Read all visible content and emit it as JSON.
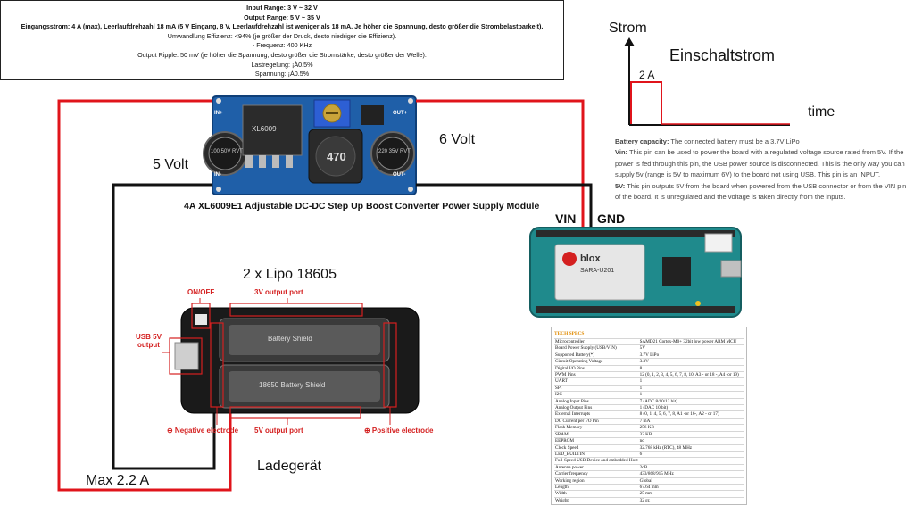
{
  "spec_box": {
    "lines": [
      "Input Range: 3 V ~ 32 V",
      "Output Range: 5 V ~ 35 V",
      "Eingangsstrom: 4 A (max), Leerlaufdrehzahl 18 mA (5 V Eingang, 8 V, Leerlaufdrehzahl ist weniger als 18 mA. Je höher die Spannung, desto größer die Strombelastbarkeit).",
      "Umwandlung Effizienz: <94% (je größer der Druck, desto niedriger die Effizienz).",
      "- Frequenz: 400 KHz",
      "Output Ripple: 50 mV (je höher die Spannung, desto größer die Stromstärke, desto größer der Welle).",
      "Lastregelung: ¡À0.5%",
      "Spannung: ¡À0.5%"
    ]
  },
  "current_graph": {
    "y_label": "Strom",
    "x_label": "time",
    "title": "Einschaltstrom",
    "peak_label": "2 A"
  },
  "converter": {
    "caption": "4A XL6009E1 Adjustable DC-DC Step Up Boost Converter Power Supply Module",
    "pin_in_plus": "IN+",
    "pin_in_minus": "IN-",
    "pin_out_plus": "OUT+",
    "pin_out_minus": "OUT-",
    "chip_text": "XL6009",
    "cap_left": "100 50V RVT",
    "cap_right": "220 35V RVT",
    "inductor": "470"
  },
  "wire_labels": {
    "input_voltage": "5 Volt",
    "output_voltage": "6 Volt",
    "max_current": "Max 2.2 A"
  },
  "mkr": {
    "vin_label": "VIN",
    "gnd_label": "GND",
    "module_brand": "blox",
    "module_model": "SARA-U201"
  },
  "battery": {
    "title": "2 x Lipo 18605",
    "on_off": "ON/OFF",
    "v3_port": "3V output port",
    "usb_label_1": "USB 5V",
    "usb_label_2": "output",
    "neg_electrode": "⊖ Negative electrode",
    "v5_port": "5V output port",
    "pos_electrode": "⊕ Positive electrode",
    "cell_text_top": "Battery Shield",
    "cell_text_bottom": "18650 Battery Shield",
    "charger_label": "Ladegerät"
  },
  "info_text": [
    {
      "bold": "Battery capacity:",
      "text": " The connected battery must be a 3.7V LiPo"
    },
    {
      "bold": "Vin:",
      "text": " This pin can be used to power the board with a regulated voltage source rated from 5V. If the power is fed through this pin, the USB power source is disconnected. This is the only way you can supply 5v (range is 5V to maximum 6V) to the board not using USB. This pin is an INPUT."
    },
    {
      "bold": "5V:",
      "text": " This pin outputs 5V from the board when powered from the USB connector or from the VIN pin of the board. It is unregulated and the voltage is taken directly from the inputs."
    }
  ],
  "tech_specs": {
    "heading": "TECH SPECS",
    "rows": [
      [
        "Microcontroller",
        "SAMD21 Cortex-M0+ 32bit low power ARM MCU"
      ],
      [
        "Board Power Supply (USB/VIN)",
        "5V"
      ],
      [
        "Supported Battery(*)",
        "3.7V LiPo"
      ],
      [
        "Circuit Operating Voltage",
        "3.3V"
      ],
      [
        "Digital I/O Pins",
        "8"
      ],
      [
        "PWM Pins",
        "12 (0, 1, 2, 3, 4, 5, 6, 7, 8, 10, A3 - or 18 -, A4 -or 19)"
      ],
      [
        "UART",
        "1"
      ],
      [
        "SPI",
        "1"
      ],
      [
        "I2C",
        "1"
      ],
      [
        "Analog Input Pins",
        "7 (ADC 8/10/12 bit)"
      ],
      [
        "Analog Output Pins",
        "1 (DAC 10 bit)"
      ],
      [
        "External Interrupts",
        "8 (0, 1, 4, 5, 6, 7, 8, A1 -or 16-, A2 - or 17)"
      ],
      [
        "DC Current per I/O Pin",
        "7 mA"
      ],
      [
        "Flash Memory",
        "256 KB"
      ],
      [
        "SRAM",
        "32 KB"
      ],
      [
        "EEPROM",
        "no"
      ],
      [
        "Clock Speed",
        "32.768 kHz (RTC), 48 MHz"
      ],
      [
        "LED_BUILTIN",
        "6"
      ],
      [
        "Full-Speed USB Device and embedded Host",
        ""
      ],
      [
        "Antenna power",
        "2dB"
      ],
      [
        "Carrier frequency",
        "433/868/915 MHz"
      ],
      [
        "Working region",
        "Global"
      ],
      [
        "Length",
        "67.64 mm"
      ],
      [
        "Width",
        "25 mm"
      ],
      [
        "Weight",
        "32 gr."
      ]
    ]
  },
  "colors": {
    "wire_red": "#e0141b",
    "wire_black": "#111111",
    "pcb_blue": "#1f5fa8",
    "mkr_teal": "#1f8a8c",
    "battery_board": "#1a1a1a",
    "annotation_red": "#d42020"
  }
}
